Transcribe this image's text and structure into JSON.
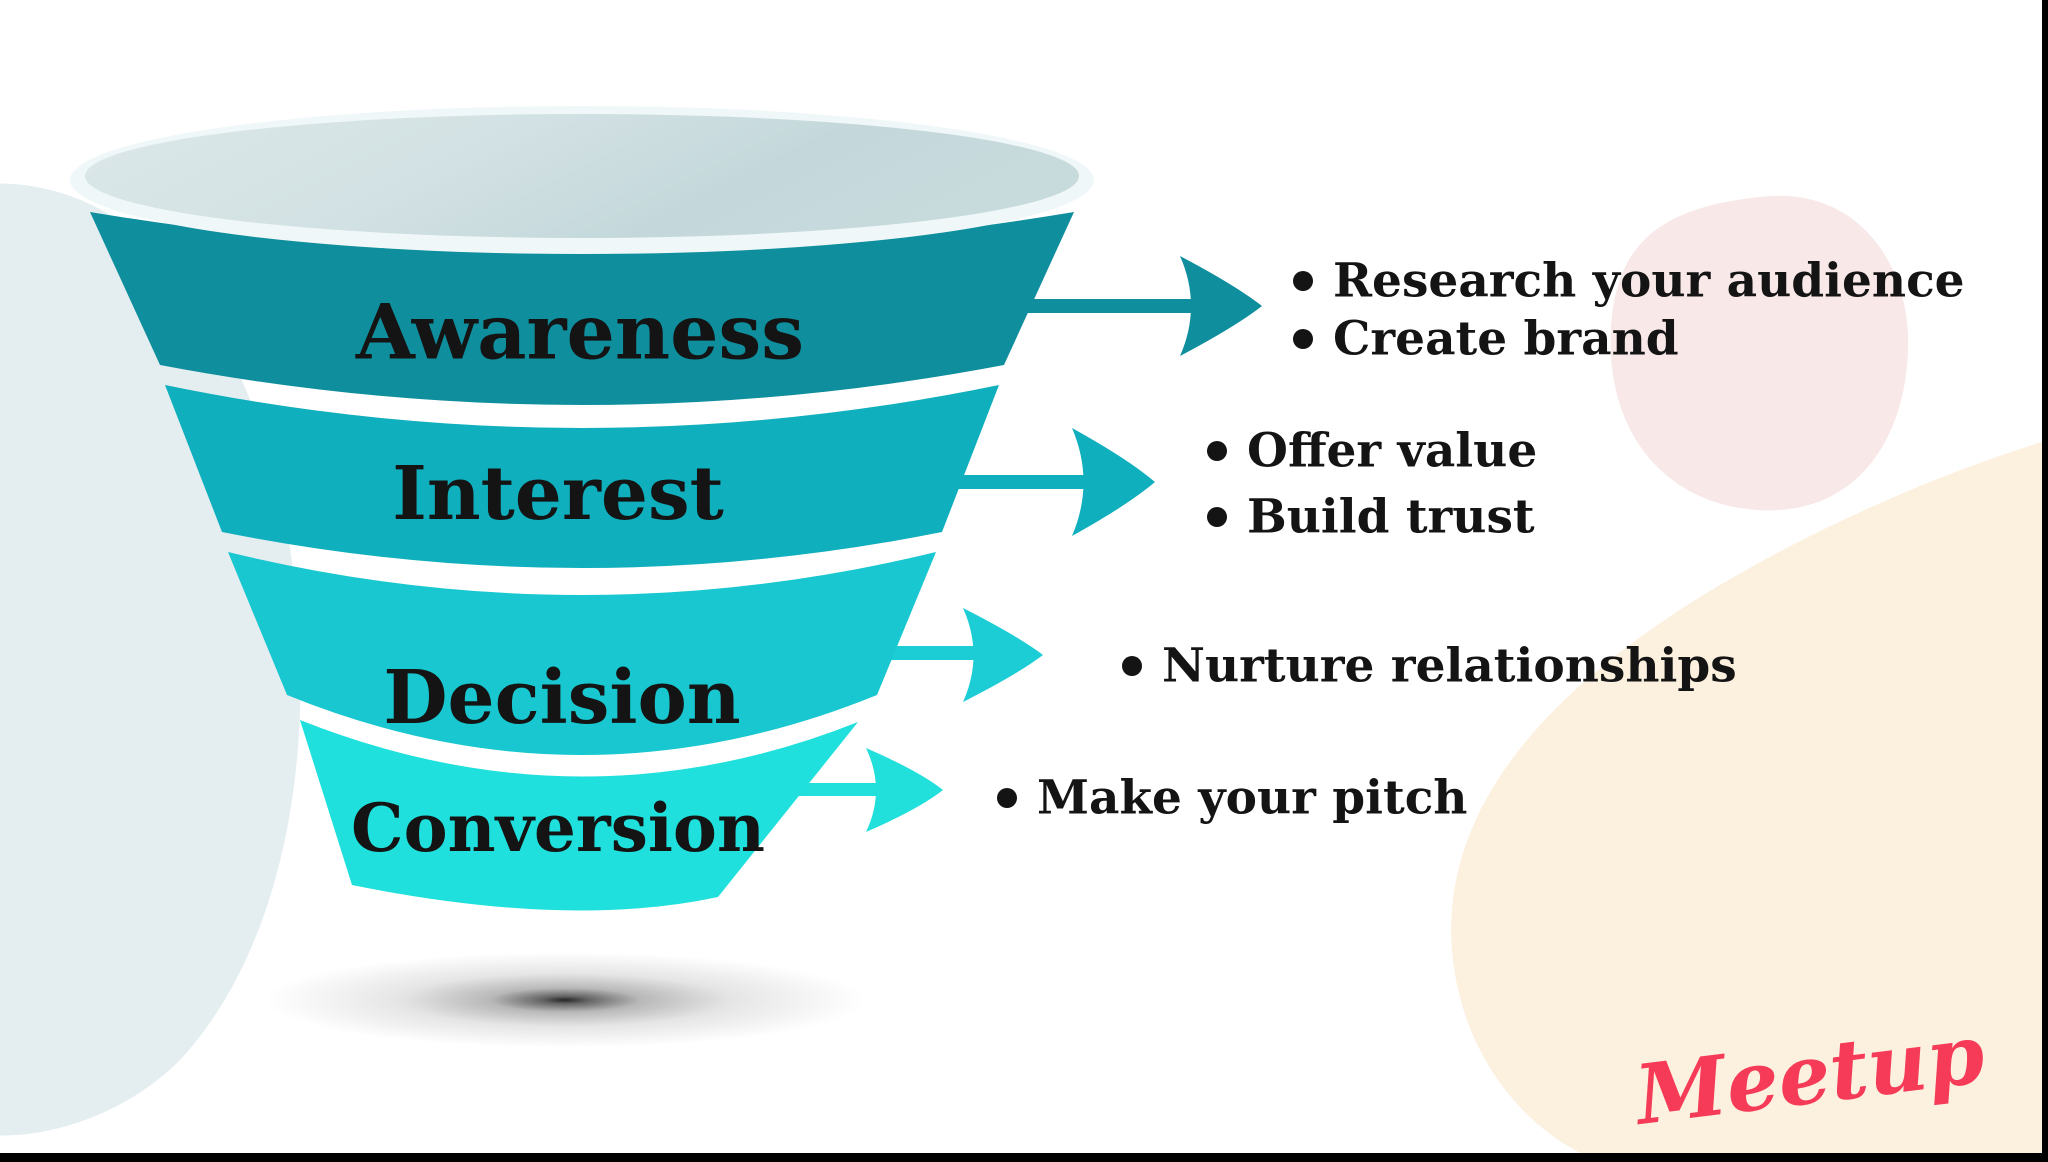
{
  "funnel": {
    "stages": [
      {
        "label": "Awareness",
        "color": "#0F8E9D",
        "arrow_color": "#0F8E9D",
        "bullets": [
          "Research your audience",
          "Create brand"
        ]
      },
      {
        "label": "Interest",
        "color": "#0FAFBD",
        "arrow_color": "#10AFBD",
        "bullets": [
          "Offer value",
          "Build trust"
        ]
      },
      {
        "label": "Decision",
        "color": "#18C7CF",
        "arrow_color": "#1CCDD6",
        "bullets": [
          "Nurture relationships"
        ]
      },
      {
        "label": "Conversion",
        "color": "#1FE0DC",
        "arrow_color": "#21DFDB",
        "bullets": [
          "Make your pitch"
        ]
      }
    ]
  },
  "branding": {
    "logo_text": "Meetup",
    "logo_color": "#F53B57"
  },
  "palette": {
    "background": "#FFFFFF",
    "funnel_top_light": "#DAE7E8",
    "funnel_top_dark": "#C3D7DA",
    "rim": "#F0F7F8",
    "left_blob": "#E4EEF0",
    "pink_blob": "#F8E8E8",
    "peach_blob": "#FCF0DF",
    "text_color": "#141414"
  }
}
